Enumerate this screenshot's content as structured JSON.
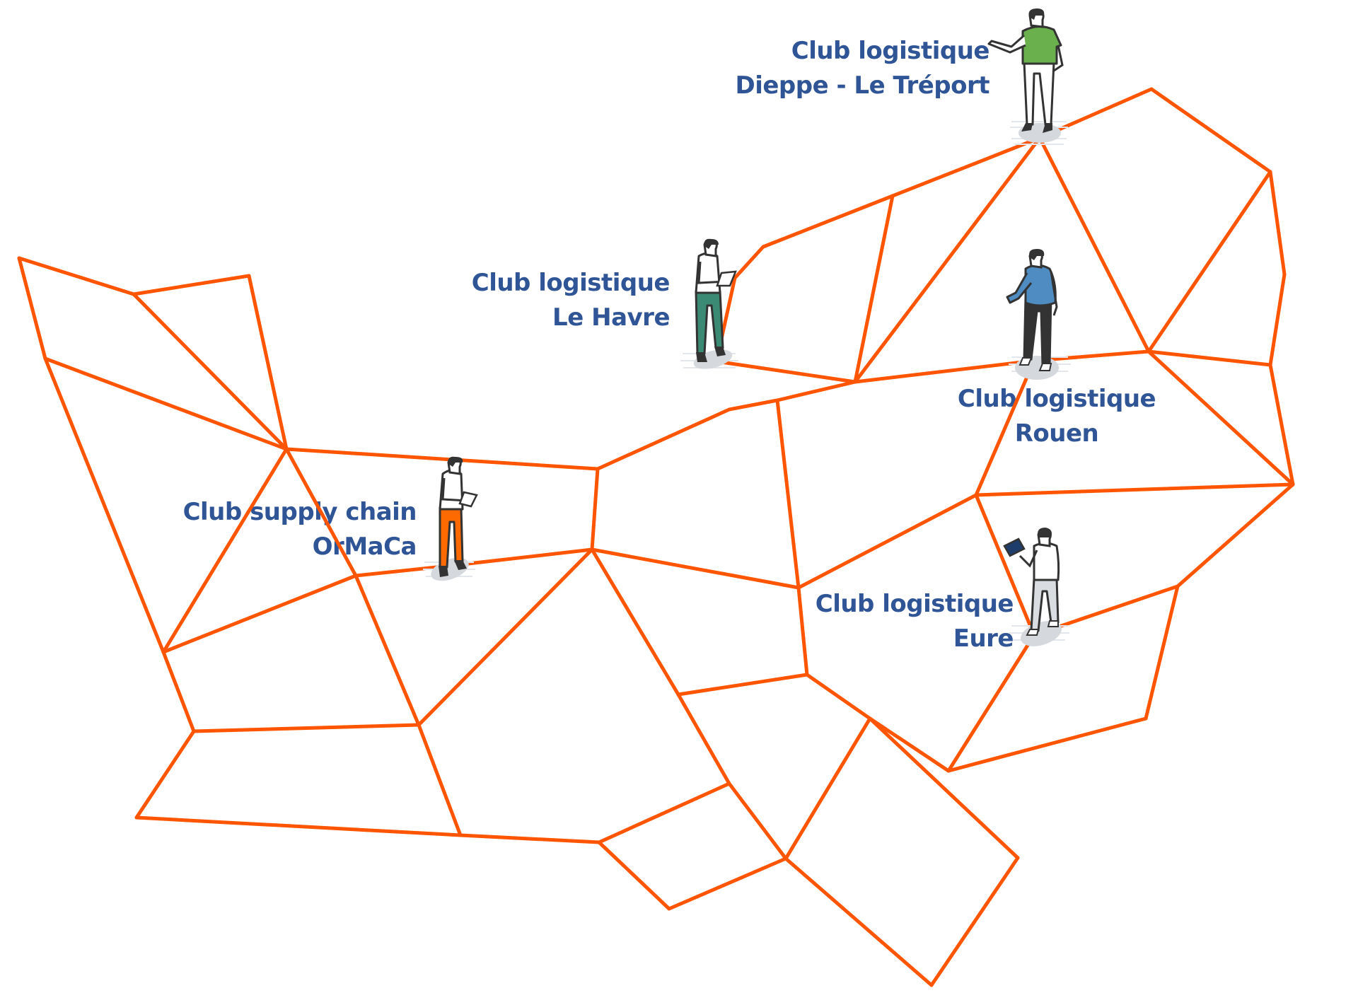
{
  "title": "Réseau des clubs logistiques",
  "colors": {
    "network_line": "#ff5500",
    "label_text": "#2f5597",
    "shadow": "#d5d9de",
    "outline": "#333333"
  },
  "clubs": [
    {
      "id": "dieppe",
      "line1": "Club logistique",
      "line2": "Dieppe - Le Tréport",
      "shirt": "#6ab04c",
      "pants": "#ffffff"
    },
    {
      "id": "havre",
      "line1": "Club logistique",
      "line2": "Le Havre",
      "shirt": "#ffffff",
      "pants": "#3b8a73"
    },
    {
      "id": "rouen",
      "line1": "Club logistique",
      "line2": "Rouen",
      "shirt": "#4e8cc2",
      "pants": "#333333"
    },
    {
      "id": "ormaca",
      "line1": "Club supply chain",
      "line2": "OrMaCa",
      "shirt": "#ffffff",
      "pants": "#ff6a00"
    },
    {
      "id": "eure",
      "line1": "Club logistique",
      "line2": "Eure",
      "shirt": "#ffffff",
      "pants": "#d9dde2"
    }
  ]
}
